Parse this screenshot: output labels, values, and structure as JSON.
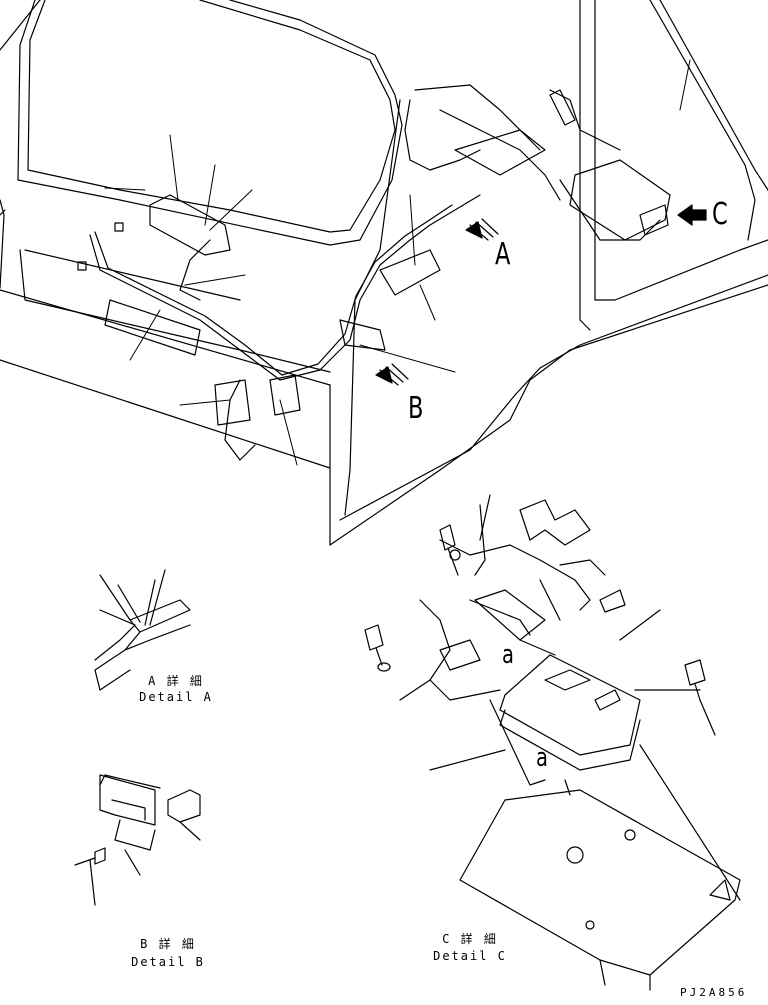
{
  "views": {
    "arrow_a": "A",
    "arrow_b": "B",
    "arrow_c": "C",
    "section_a_small": "a"
  },
  "details": {
    "a": {
      "jp": "A 詳 細",
      "en": "Detail A"
    },
    "b": {
      "jp": "B 詳 細",
      "en": "Detail B"
    },
    "c": {
      "jp": "C 詳 細",
      "en": "Detail C"
    }
  },
  "drawing_number": "PJ2A856"
}
